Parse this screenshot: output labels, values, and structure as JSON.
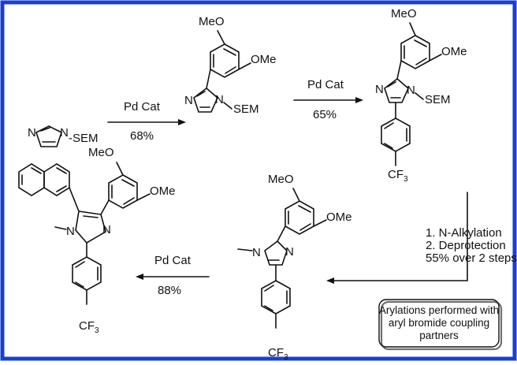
{
  "frame": {
    "border_color": "#1a3fd6"
  },
  "compounds": {
    "c1": {
      "atom_n3": "N",
      "atom_n1": "N",
      "sem": "-SEM"
    },
    "c2": {
      "ome_top": "MeO",
      "ome_right": "OMe",
      "atom_n3": "N",
      "atom_n1": "N",
      "sem": "SEM"
    },
    "c3": {
      "ome_top": "MeO",
      "ome_right": "OMe",
      "atom_n3": "N",
      "atom_n1": "N",
      "sem": "SEM",
      "cf3": "CF",
      "cf3_sub": "3"
    },
    "c4": {
      "ome_top": "MeO",
      "ome_right": "OMe",
      "atom_n3": "N",
      "atom_n1": "N",
      "cf3": "CF",
      "cf3_sub": "3"
    },
    "c5": {
      "ome_top": "MeO",
      "ome_right": "OMe",
      "atom_n3": "N",
      "atom_n1": "N",
      "cf3": "CF",
      "cf3_sub": "3"
    }
  },
  "arrows": {
    "a1": {
      "reagent": "Pd Cat",
      "yield": "68%"
    },
    "a2": {
      "reagent": "Pd Cat",
      "yield": "65%"
    },
    "a3": {
      "step1": "1. N-Alkylation",
      "step2": "2. Deprotection",
      "step3": "55% over 2 steps"
    },
    "a4": {
      "reagent": "Pd Cat",
      "yield": "88%"
    }
  },
  "note_box": {
    "line1": "Arylations performed with",
    "line2": "aryl bromide coupling",
    "line3": "partners"
  }
}
